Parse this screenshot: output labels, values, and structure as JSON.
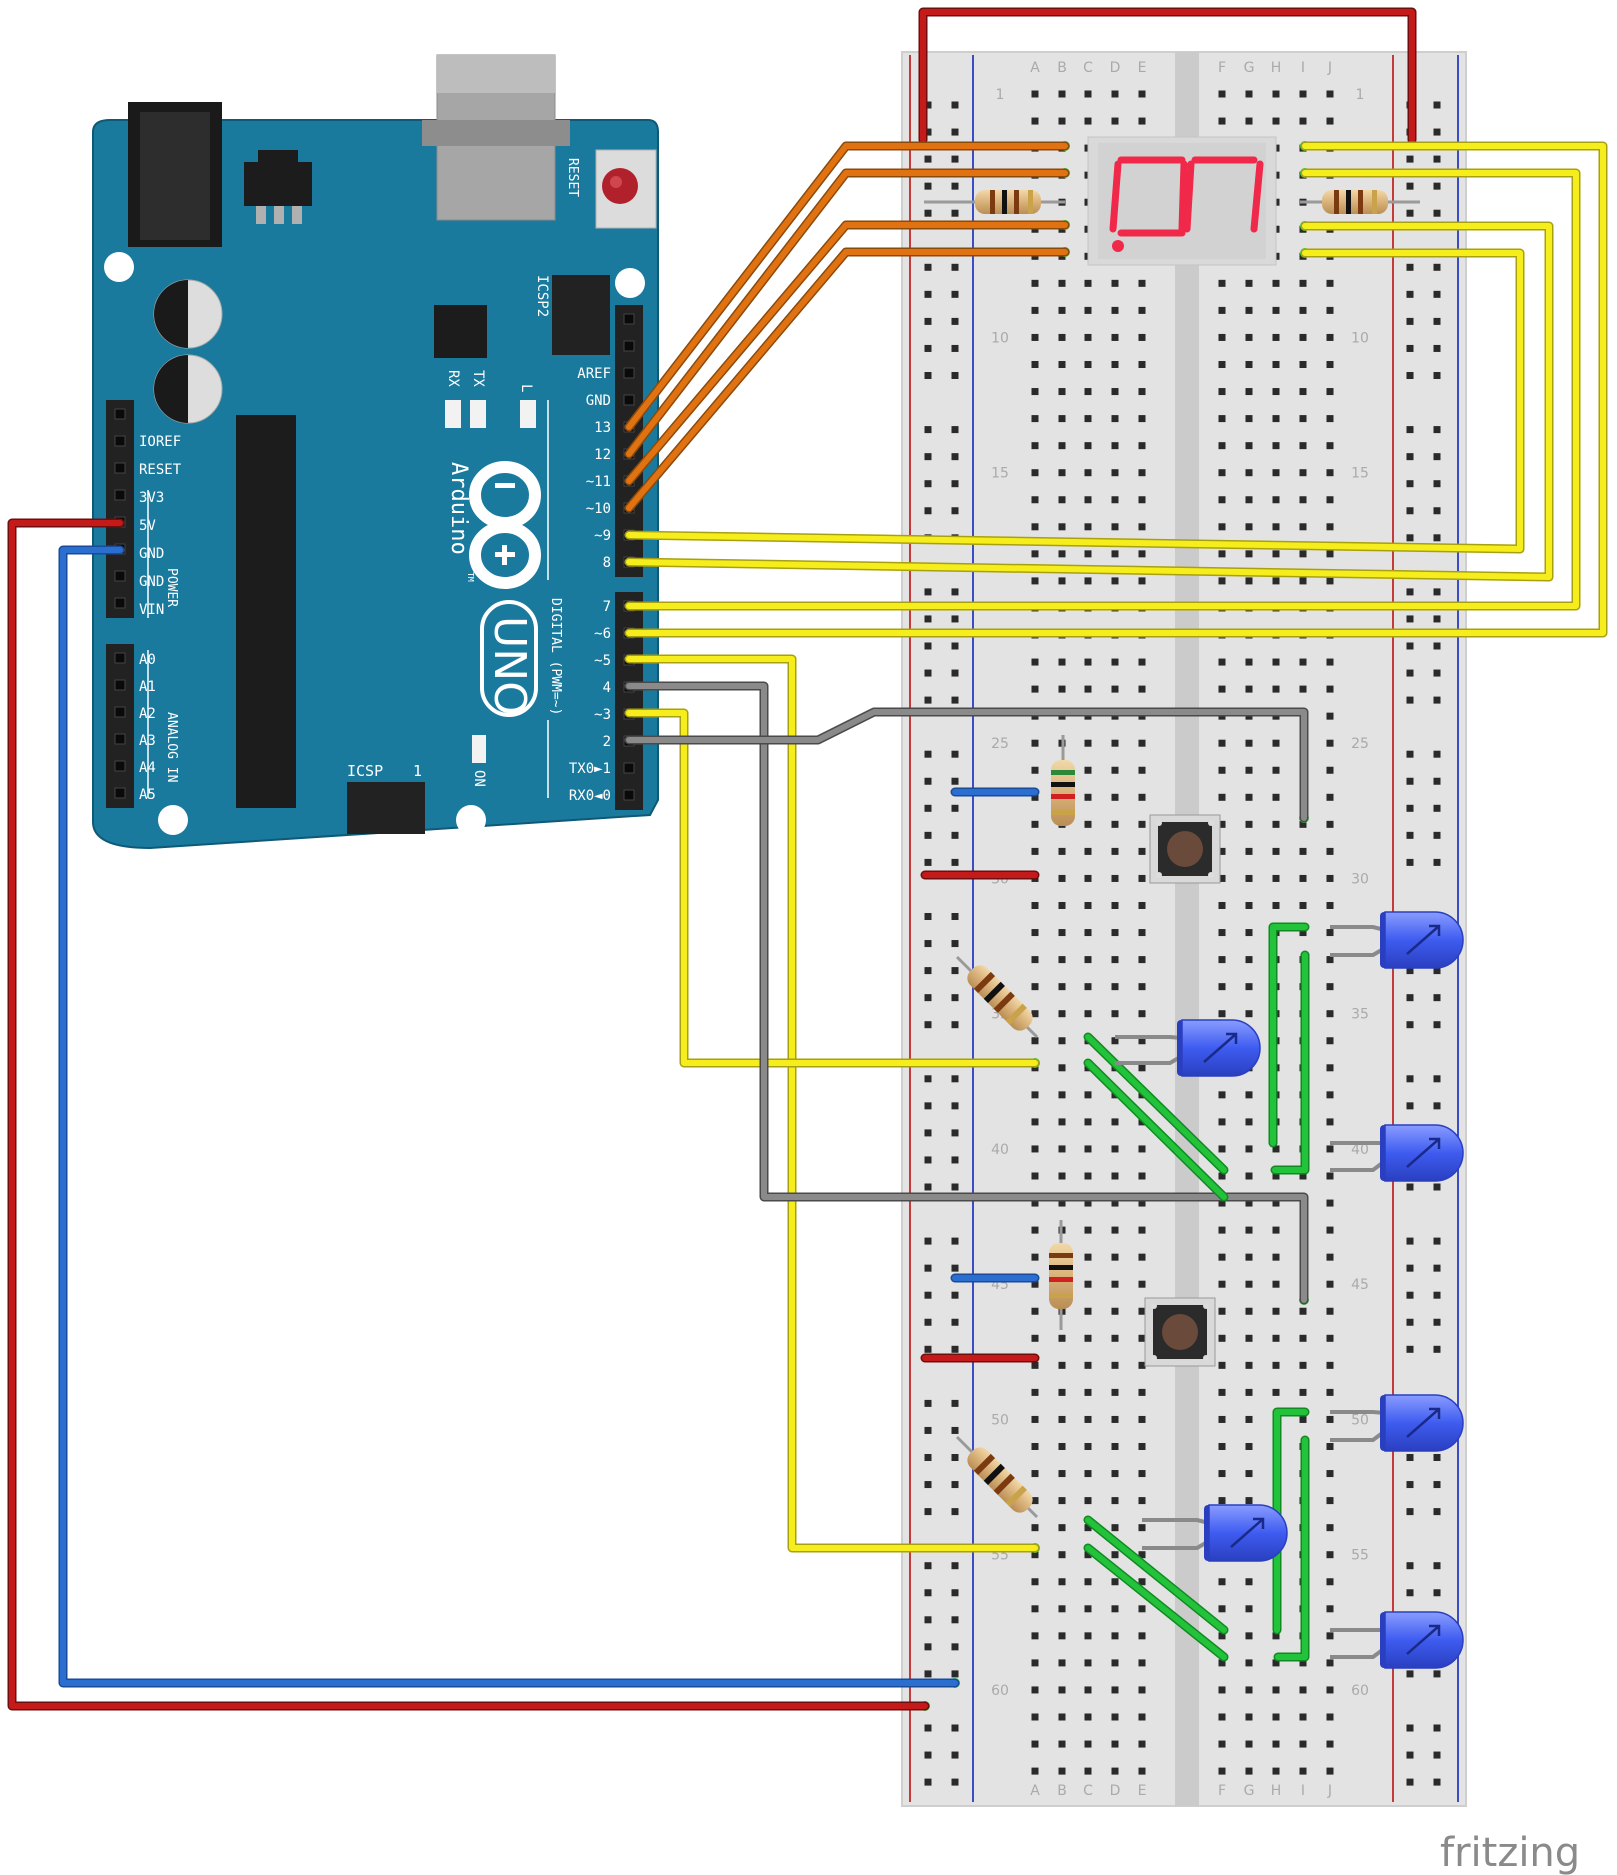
{
  "breadboard": {
    "column_letters_left": [
      "A",
      "B",
      "C",
      "D",
      "E"
    ],
    "column_letters_right": [
      "F",
      "G",
      "H",
      "I",
      "J"
    ],
    "row_numbers": [
      "1",
      "10",
      "15",
      "25",
      "30",
      "35",
      "40",
      "45",
      "50",
      "55",
      "60"
    ]
  },
  "arduino": {
    "reset_label": "RESET",
    "icsp2_label": "ICSP2",
    "icsp_label": "ICSP",
    "icsp_pin1": "1",
    "tx_label": "TX",
    "rx_label": "RX",
    "l_label": "L",
    "on_label": "ON",
    "brand": "Arduino",
    "tm": "TM",
    "model": "UNO",
    "digital_label": "DIGITAL (PWM=~)",
    "power_label": "POWER",
    "analog_label": "ANALOG IN",
    "power_pins": [
      "IOREF",
      "RESET",
      "3V3",
      "5V",
      "GND",
      "GND",
      "VIN"
    ],
    "analog_pins": [
      "A0",
      "A1",
      "A2",
      "A3",
      "A4",
      "A5"
    ],
    "top_header_pins": [
      "AREF",
      "GND",
      "13",
      "12",
      "~11",
      "~10",
      "~9",
      "8"
    ],
    "bottom_header_pins": [
      "7",
      "~6",
      "~5",
      "4",
      "~3",
      "2",
      "TX0►1",
      "RX0◄0"
    ]
  },
  "watermark": "fritzing",
  "colors": {
    "board_blue": "#1a7a9e",
    "wire_red": "#c41a1a",
    "wire_blue": "#2a6fd0",
    "wire_orange": "#e07212",
    "wire_yellow": "#f5ee1c",
    "wire_gray": "#7a7a7a",
    "wire_green": "#22c33a",
    "led_blue": "#3e5cf0",
    "segment_red": "#f0284a"
  },
  "components": [
    "arduino-uno-board",
    "breadboard",
    "seven-segment-display",
    "pushbutton",
    "pushbutton",
    "blue-led",
    "blue-led",
    "blue-led",
    "blue-led",
    "blue-led",
    "blue-led",
    "resistor"
  ]
}
